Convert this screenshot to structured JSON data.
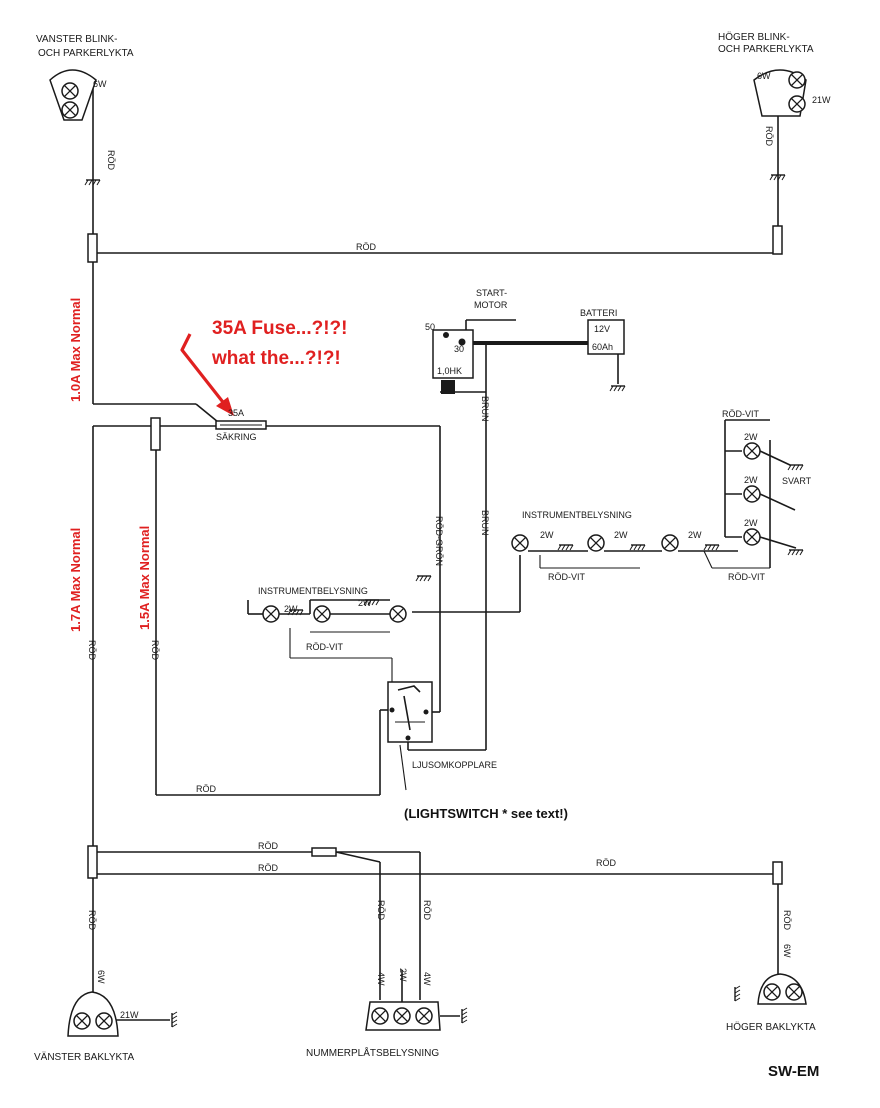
{
  "labels": {
    "left_blinker_1": "VANSTER BLINK-",
    "left_blinker_2": "OCH PARKERLYKTA",
    "right_blinker_1": "HÖGER BLINK-",
    "right_blinker_2": "OCH PARKERLYKTA",
    "start_motor_1": "START-",
    "start_motor_2": "MOTOR",
    "battery": "BATTERI",
    "battery_voltage": "12V",
    "battery_capacity": "60Ah",
    "terminal_50": "50",
    "terminal_30": "30",
    "relay_small": "1,0HK",
    "fuse_rating": "35A",
    "fuse_name": "SÄKRING",
    "instrument_left": "INSTRUMENTBELYSNING",
    "instrument_right": "INSTRUMENTBELYSNING",
    "light_switch": "LJUSOMKOPPLARE",
    "left_tail": "VÄNSTER BAKLYKTA",
    "right_tail": "HÖGER BAKLYKTA",
    "number_plate": "NUMMERPLÅTSBELYSNING",
    "w2": "2W",
    "w4": "4W",
    "w6": "6W",
    "w21": "21W",
    "rod": "RÖD",
    "rod_vit": "RÖD-VIT",
    "rod_gron": "RÖD-GRÖN",
    "brun": "BRUN",
    "svart": "SVART"
  },
  "annotations": {
    "fuse_note_1": "35A Fuse...?!?!",
    "fuse_note_2": "what the...?!?!",
    "amp_1": "1.0A Max Normal",
    "amp_2": "1.7A Max Normal",
    "amp_3": "1.5A Max Normal",
    "lightswitch_note": "(LIGHTSWITCH * see text!)",
    "signature": "SW-EM"
  }
}
